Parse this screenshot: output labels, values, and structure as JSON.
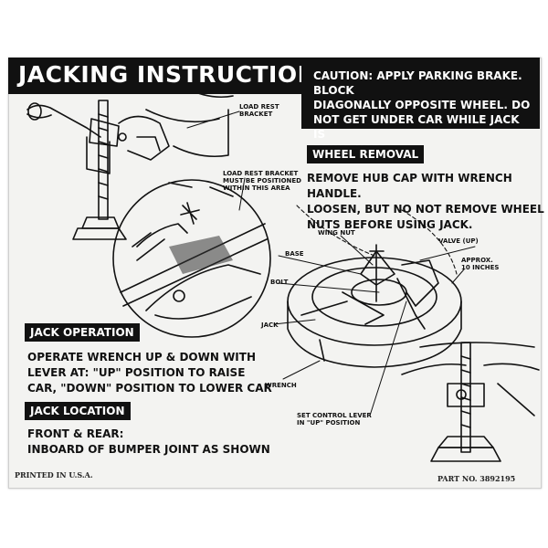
{
  "header": {
    "title": "JACKING INSTRUCTIONS",
    "caution": "CAUTION: APPLY PARKING BRAKE. BLOCK\nDIAGONALLY OPPOSITE WHEEL. DO\nNOT GET UNDER CAR WHILE JACK IS\nBEING USED."
  },
  "sections": {
    "wheel_removal": {
      "label": "WHEEL REMOVAL",
      "text": "REMOVE HUB CAP WITH WRENCH HANDLE.\nLOOSEN, BUT NO NOT REMOVE WHEEL\nNUTS BEFORE USING JACK."
    },
    "jack_operation": {
      "label": "JACK OPERATION",
      "text": "OPERATE WRENCH UP & DOWN WITH\nLEVER AT: \"UP\" POSITION TO RAISE\nCAR, \"DOWN\" POSITION TO LOWER CAR"
    },
    "jack_location": {
      "label": "JACK LOCATION",
      "text": "FRONT & REAR:\nINBOARD OF BUMPER JOINT AS SHOWN"
    }
  },
  "callouts": {
    "load_rest_bracket": "LOAD REST\nBRACKET",
    "load_rest_position": "LOAD REST BRACKET\nMUST BE POSITIONED\nWITHIN THIS AREA",
    "wing_nut": "WING NUT",
    "valve": "VALVE (UP)",
    "base": "BASE",
    "approx": "APPROX.\n10 INCHES",
    "bolt": "BOLT",
    "jack": "JACK",
    "wrench": "WRENCH",
    "set_control": "SET CONTROL LEVER\nIN \"UP\" POSITION"
  },
  "footer": {
    "printed": "PRINTED IN U.S.A.",
    "part_no": "PART NO. 3892195"
  },
  "colors": {
    "ink": "#111111",
    "paper": "#f3f3f1"
  }
}
